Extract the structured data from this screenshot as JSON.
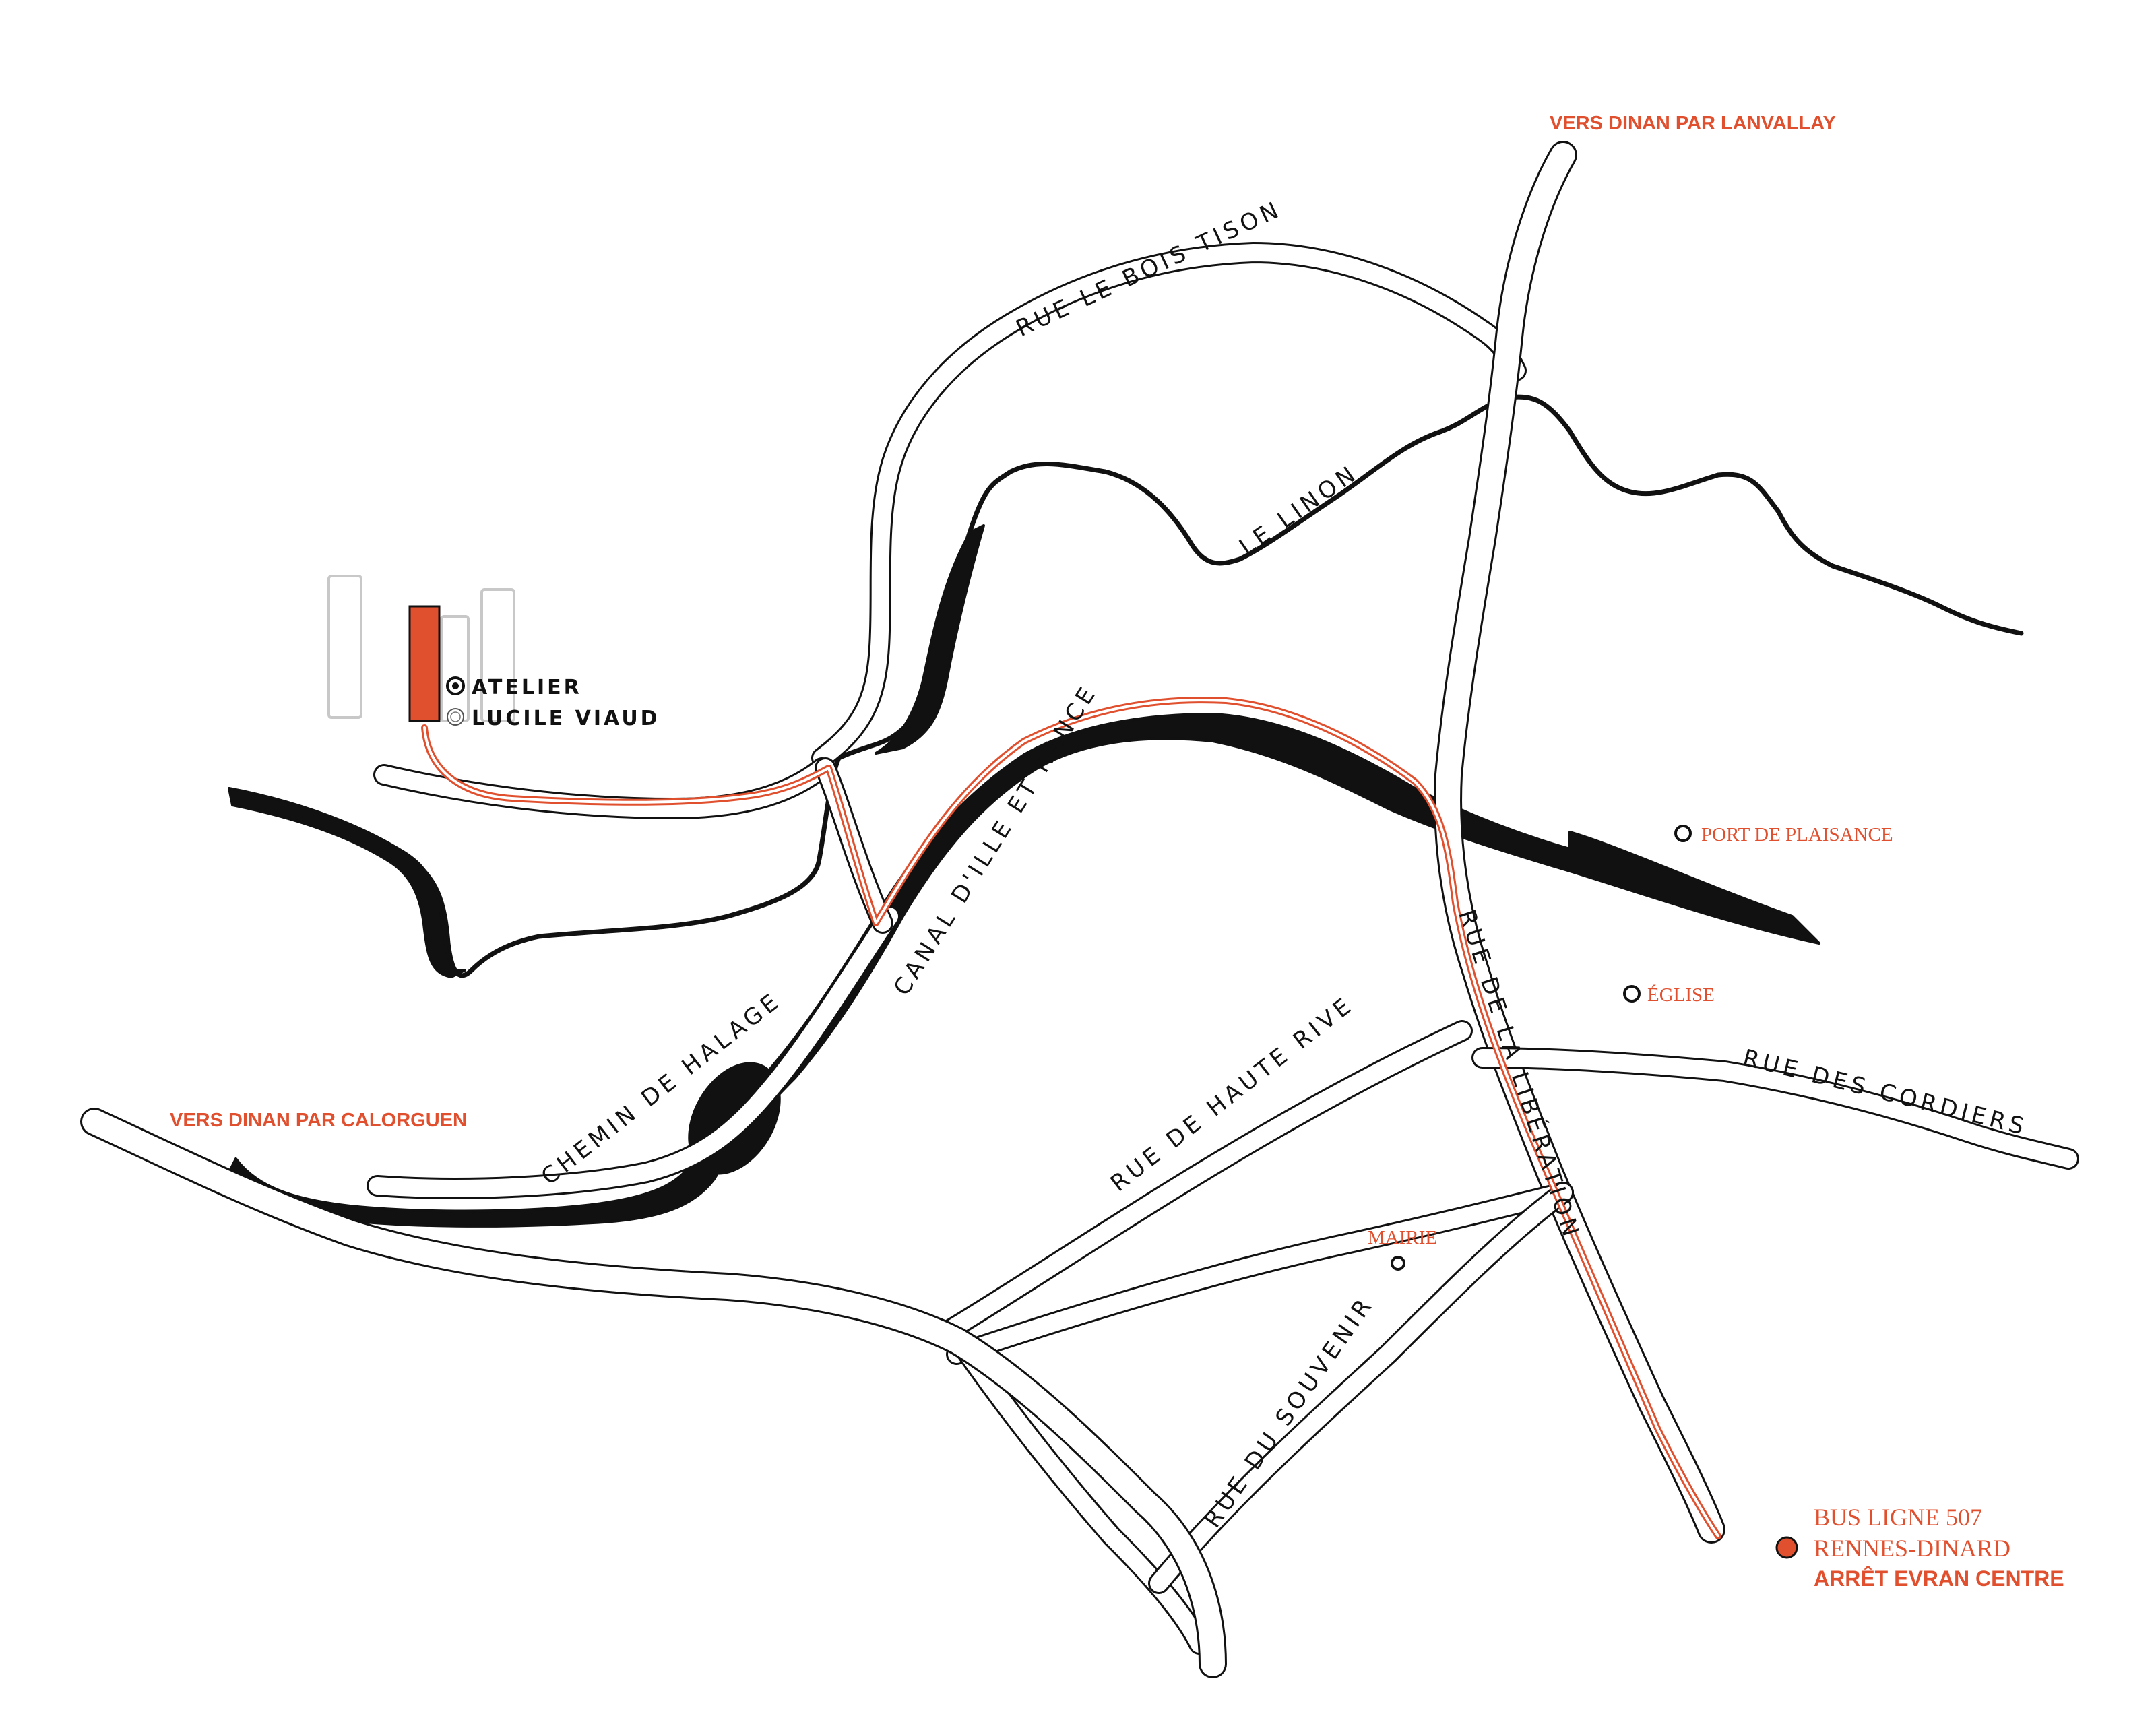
{
  "colors": {
    "accent": "#e0502f",
    "ink": "#111111",
    "ghost": "#c8c8c8"
  },
  "destinations": {
    "north": "VERS DINAN PAR LANVALLAY",
    "west": "VERS DINAN PAR CALORGUEN"
  },
  "streets": {
    "bois_tison": "RUE LE BOIS TISON",
    "linon": "LE LINON",
    "canal": "CANAL D'ILLE ET RANCE",
    "halage": "CHEMIN DE HALAGE",
    "liberation": "RUE DE LA LIBÉRATION",
    "haute_rive": "RUE DE HAUTE RIVE",
    "cordiers": "RUE DES CORDIERS",
    "souvenir": "RUE DU SOUVENIR"
  },
  "atelier": {
    "line1": "ATELIER",
    "line2": "LUCILE VIAUD",
    "icon": "target-dot-icon"
  },
  "poi": {
    "port": "PORT DE PLAISANCE",
    "eglise": "ÉGLISE",
    "mairie": "MAIRIE"
  },
  "bus": {
    "line1": "BUS LIGNE 507",
    "line2": "RENNES-DINARD",
    "line3": "ARRÊT EVRAN CENTRE"
  }
}
